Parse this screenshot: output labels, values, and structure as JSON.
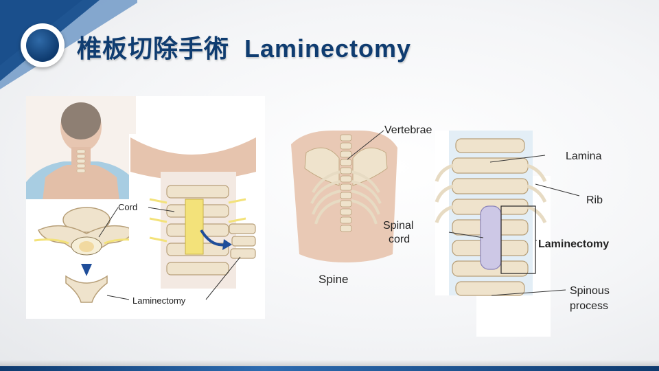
{
  "slide": {
    "title_cn": "椎板切除手術",
    "title_en": "Laminectomy"
  },
  "left_figure": {
    "label_cord": "Cord",
    "label_laminectomy": "Laminectomy"
  },
  "right_figure": {
    "label_vertebrae": "Vertebrae",
    "label_spine": "Spine",
    "label_spinal": "Spinal",
    "label_cord": "cord",
    "label_lamina": "Lamina",
    "label_rib": "Rib",
    "label_laminectomy": "Laminectomy",
    "label_spinous": "Spinous",
    "label_process": "process"
  },
  "colors": {
    "title": "#0f3c70",
    "accent_dark": "#0e3a6e",
    "accent_light": "#2d6bb0",
    "bone": "#efe3cc",
    "bone_shade": "#cdb58f",
    "skin": "#e9c9b5",
    "shirt": "#9fc8df",
    "nerve": "#f3e27a",
    "arrow": "#1f4e9a"
  }
}
